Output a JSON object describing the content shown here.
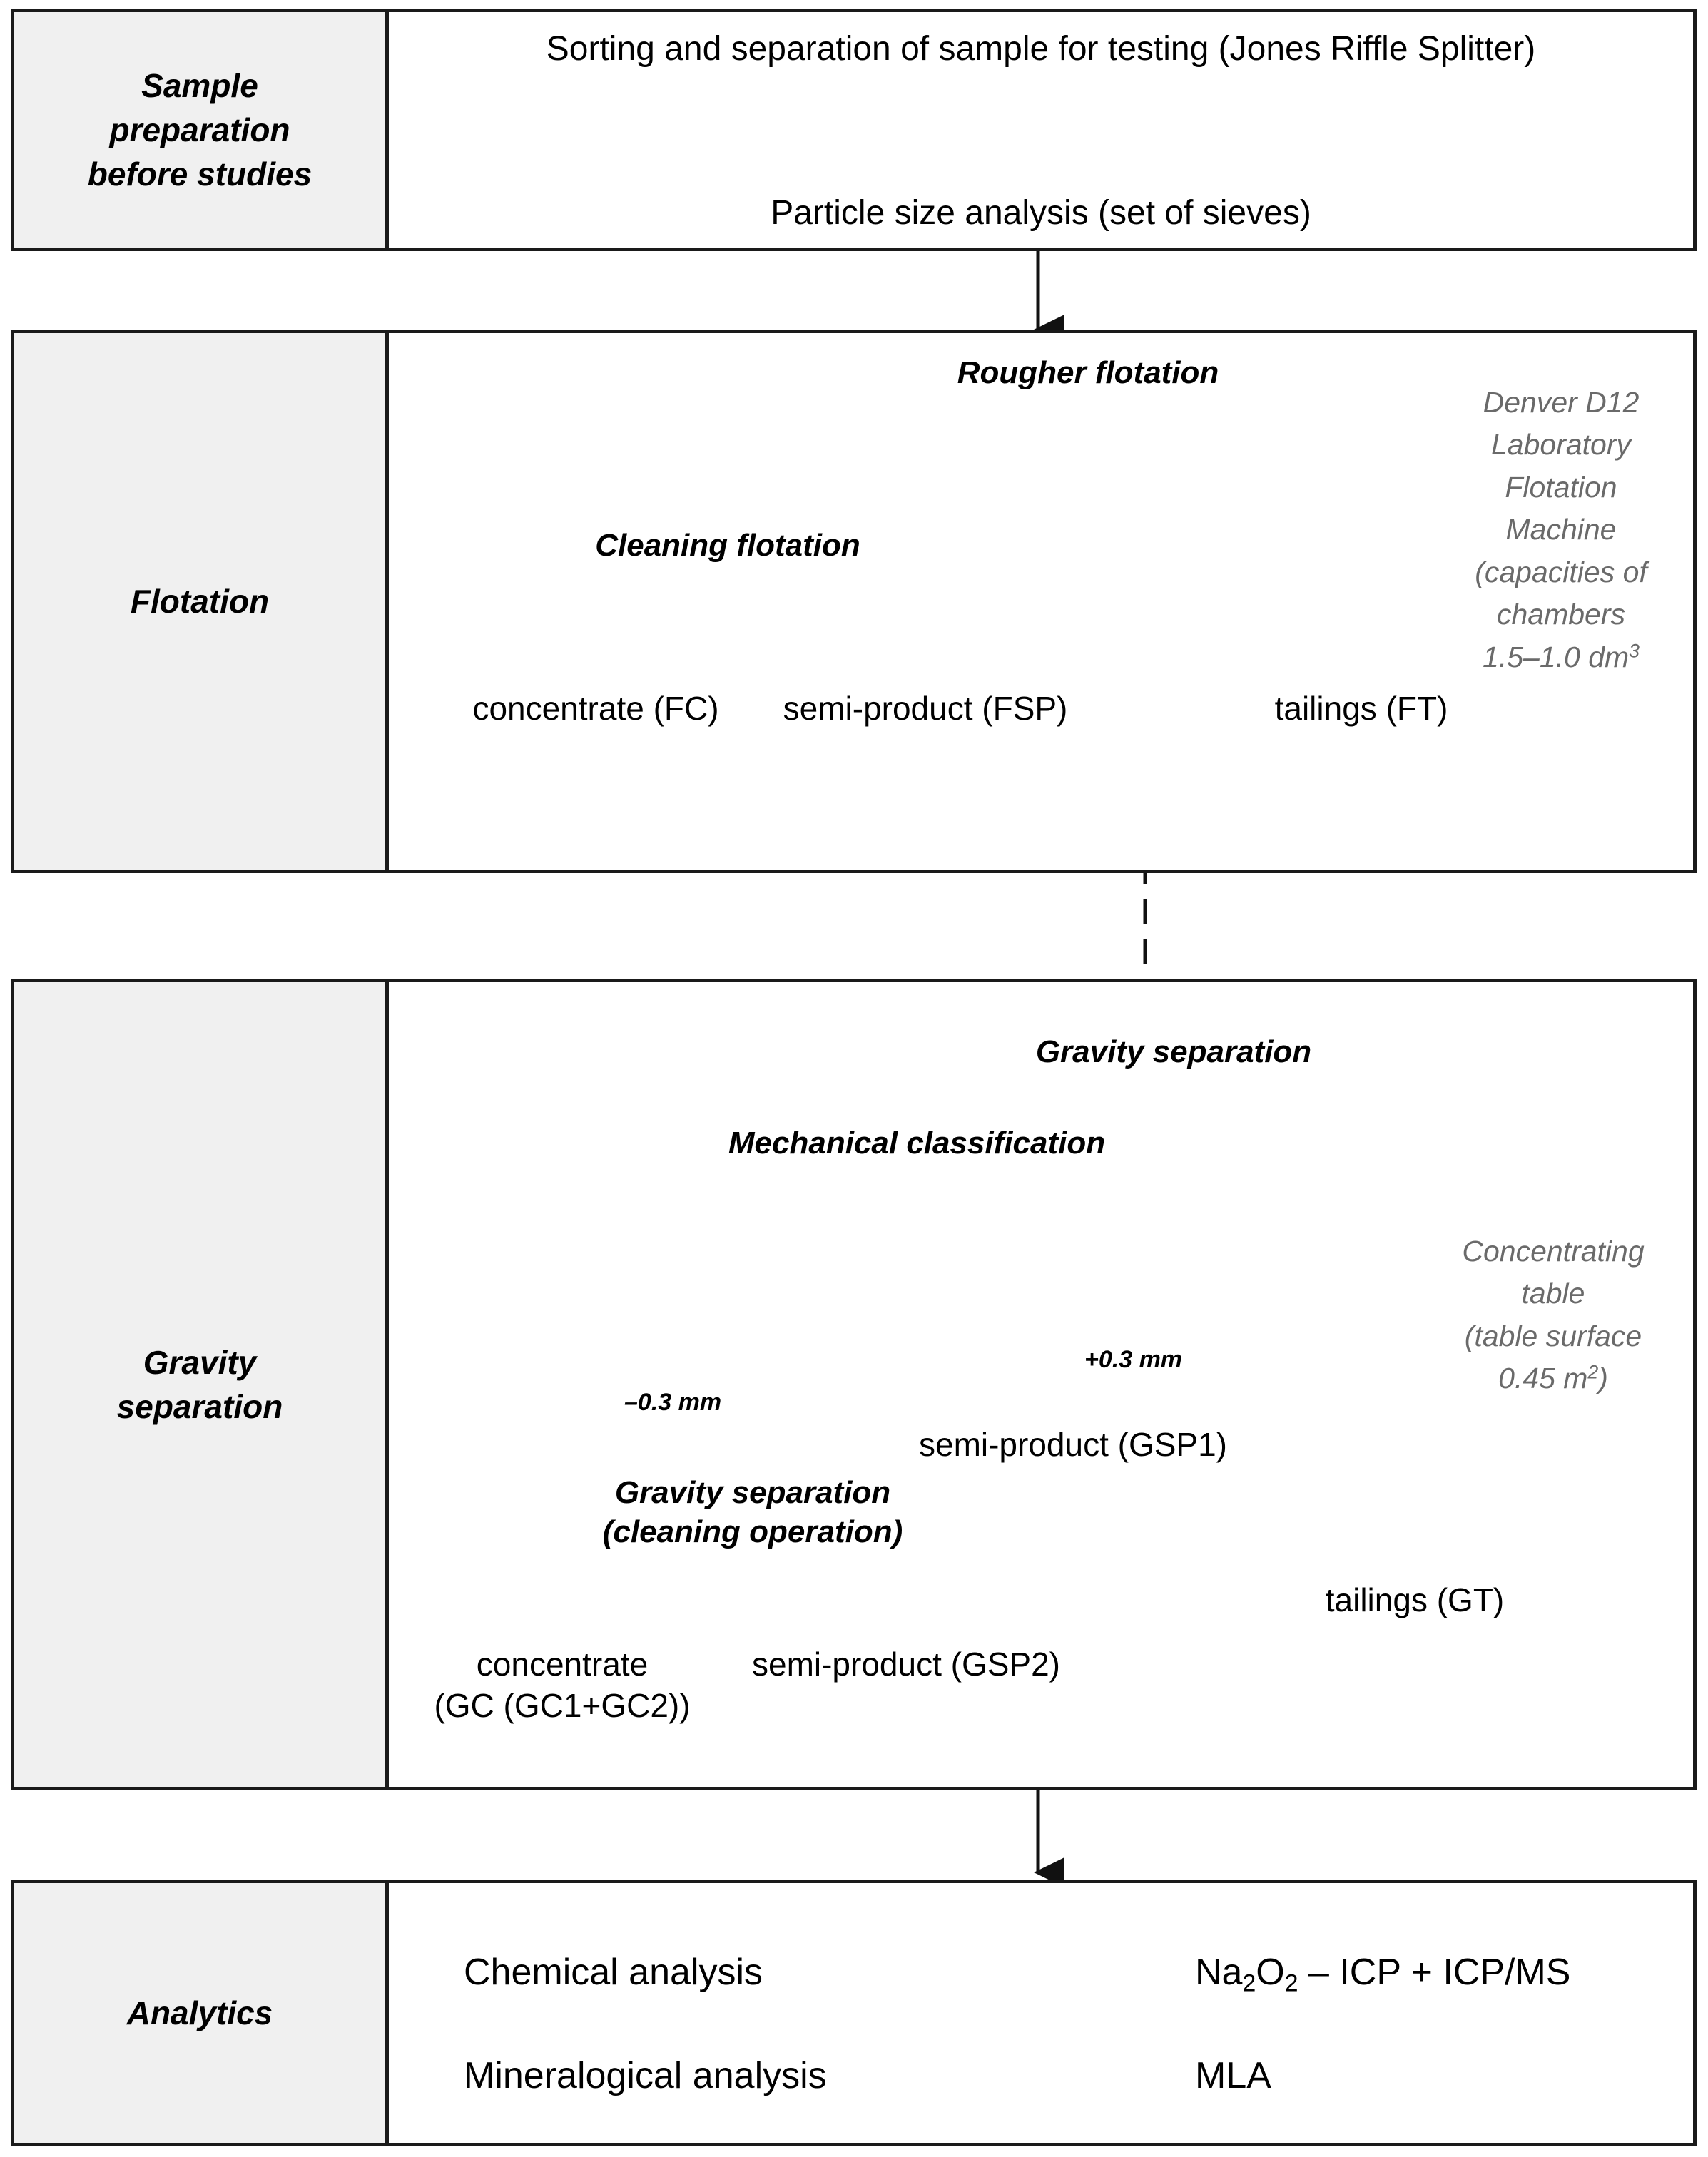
{
  "diagram": {
    "title": "Experimental procedure flowchart",
    "colors": {
      "border": "#1a1a1a",
      "row_label_bg": "#f0f0f0",
      "note_text": "#6a6a6a",
      "text": "#000000"
    }
  },
  "rows": [
    {
      "key": "sample_prep",
      "label": "Sample\npreparation\nbefore studies"
    },
    {
      "key": "flotation",
      "label": "Flotation"
    },
    {
      "key": "gravity",
      "label": "Gravity\nseparation"
    },
    {
      "key": "analytics",
      "label": "Analytics"
    }
  ],
  "sample_prep": {
    "step1": "Sorting and separation of sample for testing (Jones Riffle Splitter)",
    "step2": "Particle size analysis (set of sieves)"
  },
  "flotation": {
    "rougher": "Rougher flotation",
    "cleaning": "Cleaning flotation",
    "concentrate": "concentrate (FC)",
    "semi_product": "semi-product (FSP)",
    "tailings": "tailings (FT)",
    "note": "Denver D12 Laboratory Flotation Machine (capacities of chambers 1.5–1.0 dm³)",
    "note_lines": [
      "Denver D12",
      "Laboratory",
      "Flotation",
      "Machine",
      "(capacities of",
      "chambers",
      "1.5–1.0 dm"
    ],
    "note_sup": "3"
  },
  "gravity": {
    "separation": "Gravity separation",
    "classification": "Mechanical classification",
    "label_minus": "–0.3 mm",
    "label_plus": "+0.3 mm",
    "semi_product_1": "semi-product (GSP1)",
    "cleaning_line1": "Gravity separation",
    "cleaning_line2": "(cleaning operation)",
    "concentrate_line1": "concentrate",
    "concentrate_line2": "(GC (GC1+GC2))",
    "semi_product_2": "semi-product (GSP2)",
    "tailings": "tailings (GT)",
    "note_lines": [
      "Concentrating",
      "table",
      "(table surface",
      "0.45 m"
    ],
    "note_sup": "2",
    "note_tail": ")"
  },
  "analytics": {
    "rows": [
      {
        "source": "Chemical analysis",
        "target_prefix": "Na",
        "target_sub1": "2",
        "target_mid": "O",
        "target_sub2": "2",
        "target_suffix": " – ICP + ICP/MS",
        "target_plain": "Na2O2 – ICP + ICP/MS"
      },
      {
        "source": "Mineralogical analysis",
        "target_prefix": "MLA",
        "target_sub1": "",
        "target_mid": "",
        "target_sub2": "",
        "target_suffix": "",
        "target_plain": "MLA"
      }
    ]
  }
}
